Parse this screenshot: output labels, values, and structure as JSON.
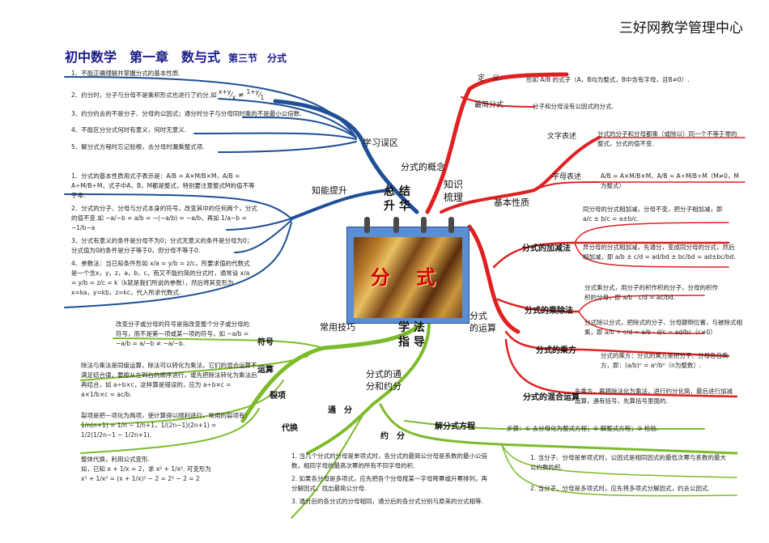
{
  "brand": "三好网教学管理中心",
  "title": {
    "main": "初中数学　第一章　数与式",
    "section": "第三节　分式"
  },
  "center": {
    "text": "分 式"
  },
  "hubs": {
    "summary": "总 结\n升 华",
    "review": "知识\n梳理",
    "method": "学 法\n指 导"
  },
  "branches": {
    "error_zone": "学习误区",
    "improve": "知能提升",
    "concept": "分式的概念",
    "basic_property": "基本性质",
    "operations": "分式\n的运算",
    "skills": "常用技巧",
    "reduce_common": "分式的通\n分和约分",
    "equation": "解分式方程",
    "definition": "定　义",
    "simplest": "最简分式",
    "text_expr": "文字表述",
    "letter_expr": "字母表述",
    "add_sub": "分式的加减法",
    "mul_div": "分式的乘除法",
    "power": "分式的乘方",
    "mixed": "分式的混合运算",
    "symbol": "符号",
    "operation": "运算",
    "split": "裂项",
    "substitute": "代换",
    "tongfen": "通　分",
    "yuefen": "约　分"
  },
  "notes": {
    "err1": "1、不能正确理解并掌握分式的基本性质.",
    "err2": "2、约分时，分子与分母不是乘积形式也进行了约分,如",
    "err3": "3、约分约去的不是分子、分母的公因式；通分时分子与分母同时乘的不是最小公倍数.",
    "err4": "4、不能区分分式何时有意义，何时无意义.",
    "err5": "5、解分式方程时忘记验根，去分母时漏乘整式项.",
    "imp1": "1、分式的基本性质用式子表示是：A/B = A×M/B×M，A/B = A÷M/B÷M，式子中A，B，M都是整式，特别要注意整式M的值不等于零.",
    "imp2": "2、分式的分子、分母与分式本身的符号，改变其中的任何两个，分式的值不变.如 −a/−b = a/b = −(−a/b) = −a/b，再如 1/a−b = −1/b−a",
    "imp3": "3、分式有意义的条件是分母不为0；分式无意义的条件是分母为0；分式值为0的条件是分子等于0，但分母不等于0.",
    "imp4": "4、参数法：当已知条件形如 x/a = y/b = z/c，所要求值的代数式是一个含x，y，z，a，b，c，而又不能约简的分式时，通常设 x/a = y/b = z/c = k（k就是我们所说的参数），然后将其变形为 x=ka，y=kb，z=kc，代入所求代数式.",
    "definition": "形如 A/B 的式子（A，B均为整式，B中含有字母，且B≠0）.",
    "simplest": "分子和分母没有公因式的分式.",
    "text_expr": "分式的分子和分母都乘（或除以）同一个不等于零的整式，分式的值不变.",
    "letter_expr": "A/B = A×M/B×M，A/B = A÷M/B÷M（M≠0，M为整式）",
    "add_same": "同分母的分式相加减，分母不变，把分子相加减，即 a/c ± b/c = a±b/c.",
    "add_diff": "异分母的分式相加减，先通分，变成同分母的分式，然后相加减，即 a/b ± c/d = ad/bd ± bc/bd = ad±bc/bd.",
    "mul": "分式乘分式，用分子的积作积的分子，分母的积作积的分母，即 a/b · c/d = ac/bd.",
    "div": "分式除以分式，把除式的分子、分母颠倒位置，与被除式相乘，即 a/b ÷ c/d = a/b · d/c = ad/bc（c≠0）",
    "power": "分式的乘方：分式的乘方是把分子、分母各自乘方，即：(a/b)ⁿ = aⁿ/bⁿ（n为整数）.",
    "mixed": "先乘方，再将除法化为乘法，进行约分化简，最后进行加减运算，遇有括号，先算括号里面的.",
    "equation": "步骤：① 去分母化为整式方程；② 解整式方程；③ 检验.",
    "symbol": "改变分子或分母的符号是指改变整个分子或分母的符号，而不是第一项或某一项的符号，如 −a/b = −a/b = a/−b ≠ −a/−b.",
    "operation": "除法与乘法是同级运算，除法可以转化为乘法，它们的混合运算不满足结合律，要按从左到右的顺序进行，或先把除法转化为乘法后再结合，如 a÷b×c，这样算是错误的，应为 a÷b×c = a×1/b×c = ac/b.",
    "split": "裂项是把一项化为两项，使计算得以顺利进行，常用的裂项有：1/n(n+1) = 1/n − 1/n+1，1/(2n−1)(2n+1) = 1/2(1/2n−1 − 1/2n+1).",
    "sub": "整体代换，利用公式变形.\n如，已知 x + 1/x = 2，求 x² + 1/x². 可变形为 x² + 1/x² = (x + 1/x)² − 2 = 2² − 2 = 2",
    "tf1": "1. 当几个分式的分母是单项式时，各分式的最简公分母是系数的最小公倍数，相同字母的最高次幂的所有不同字母的积.",
    "tf2": "2. 如果各分母是多项式，应先把各个分母按某一字母降幂或升幂排列，再分解因式，找出最简公分母.",
    "tf3": "3. 通分后的各分式的分母相同，通分后的各分式分别与原来的分式相等.",
    "yf1": "1. 当分子、分母是单项式时，公因式是相同因式的最低次幂与系数的最大公约数的积.",
    "yf2": "2. 当分子、分母是多项式时，应先将多项式分解因式，约去公因式."
  },
  "colors": {
    "blue": "#1f4f96",
    "red": "#e02020",
    "green": "#7cbb2a",
    "title": "#1a1a8a",
    "center_text": "#d40000"
  }
}
